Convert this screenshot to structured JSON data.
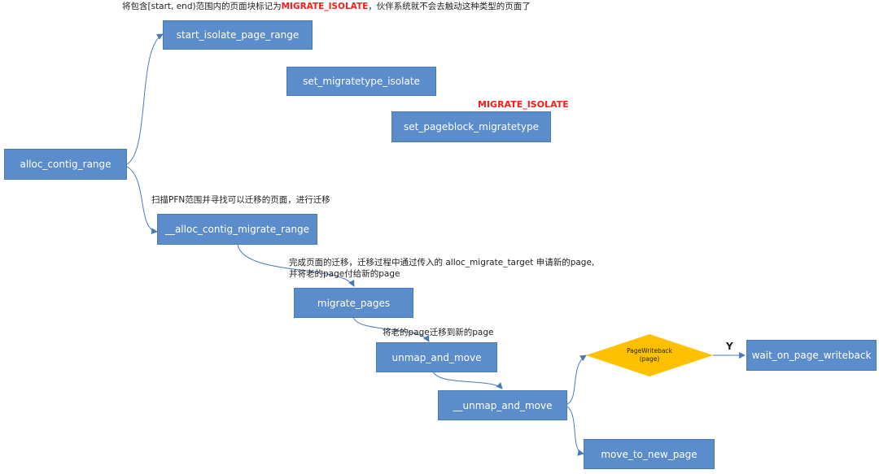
{
  "notes": {
    "top_prefix": "将包含[start, end)范围内的页面块标记为",
    "top_highlight": "MIGRATE_ISOLATE",
    "top_suffix": "，伙伴系统就不会去触动这种类型的页面了",
    "isolate_tag": "MIGRATE_ISOLATE",
    "scan": "扫描PFN范围并寻找可以迁移的页面，进行迁移",
    "complete_line1": "完成页面的迁移，迁移过程中通过传入的 alloc_migrate_target 申请新的page,",
    "complete_line2": "并将老的page付给新的page",
    "move_old": "将老的page迁移到新的page",
    "yes": "Y"
  },
  "boxes": {
    "alloc_contig_range": "alloc_contig_range",
    "start_isolate_page_range": "start_isolate_page_range",
    "set_migratetype_isolate": "set_migratetype_isolate",
    "set_pageblock_migratetype": "set_pageblock_migratetype",
    "alloc_contig_migrate_range": "__alloc_contig_migrate_range",
    "migrate_pages": "migrate_pages",
    "unmap_and_move": "unmap_and_move",
    "unmap_and_move_inner": "__unmap_and_move",
    "move_to_new_page": "move_to_new_page",
    "wait_on_page_writeback": "wait_on_page_writeback"
  },
  "decision": {
    "line1": "PageWriteback",
    "line2": "(page)",
    "color": "#ffc000"
  },
  "colors": {
    "box_fill": "#5b8ccb",
    "connector": "#4a7ab8",
    "highlight": "#ff1a1a"
  }
}
